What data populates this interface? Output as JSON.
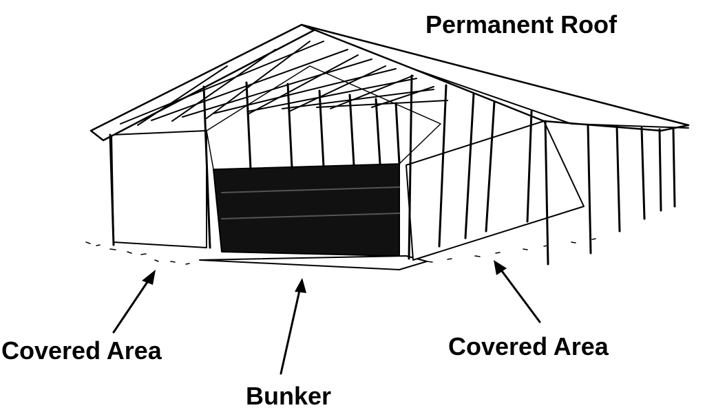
{
  "labels": {
    "permanent_roof": "Permanent Roof",
    "covered_area_left": "Covered Area",
    "covered_area_right": "Covered Area",
    "bunker": "Bunker"
  },
  "colors": {
    "ink": "#000000",
    "background": "#ffffff",
    "bunker_wall": "#111111"
  }
}
